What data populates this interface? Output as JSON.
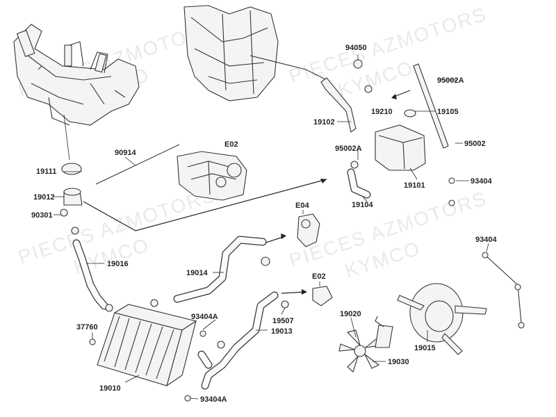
{
  "watermarks": [
    "PIECES AZMOTORS",
    "KYMCO"
  ],
  "parts": {
    "p94050": "94050",
    "p95002A_top": "95002A",
    "p19210": "19210",
    "p19105": "19105",
    "p19102": "19102",
    "p95002": "95002",
    "p95002A_mid": "95002A",
    "p93404_right": "93404",
    "p19101": "19101",
    "p19104": "19104",
    "p90914": "90914",
    "pE02_top": "E02",
    "p19111": "19111",
    "p19012": "19012",
    "p90301": "90301",
    "pE04": "E04",
    "p19016": "19016",
    "p19014": "19014",
    "p93404_far": "93404",
    "pE02_mid": "E02",
    "p19020": "19020",
    "p93404A_mid": "93404A",
    "p19507": "19507",
    "p19013": "19013",
    "p37760": "37760",
    "p19015": "19015",
    "p19030": "19030",
    "p19010": "19010",
    "p93404A_bot": "93404A"
  }
}
